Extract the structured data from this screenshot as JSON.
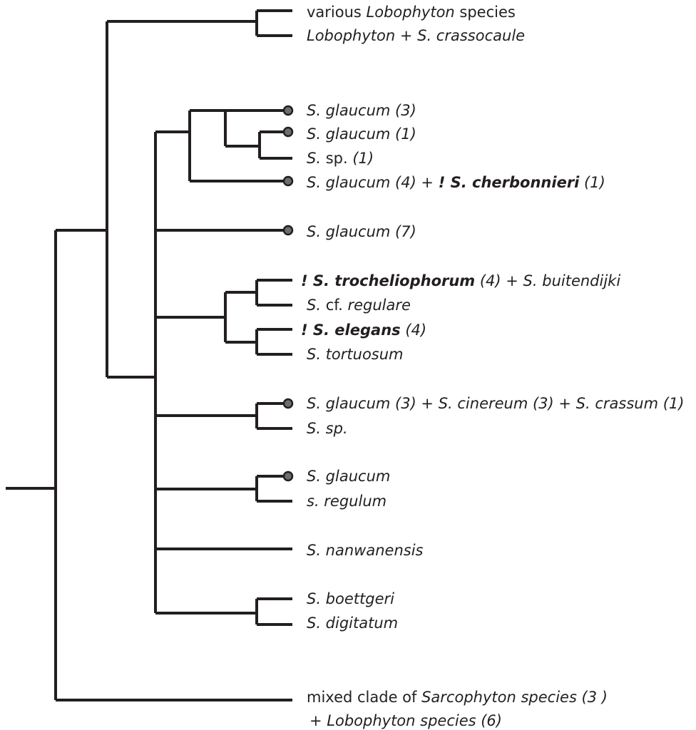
{
  "colors": {
    "branch": "#231f20",
    "dot_fill": "#6d6e71",
    "dot_stroke": "#231f20"
  },
  "labels": {
    "various_lobophyton": {
      "pre": "various ",
      "genus": "Lobophyton",
      "post": " species"
    },
    "lobophyton_crassocaule": "Lobophyton + S. crassocaule",
    "glaucum_3": "S. glaucum (3)",
    "glaucum_1": "S. glaucum (1)",
    "sp_1": {
      "name": "S. ",
      "sp": "sp.",
      "count": " (1)"
    },
    "glaucum_4": {
      "name": "S. glaucum (4) + ",
      "bang": "! S. cherbonnieri",
      "count": " (1)"
    },
    "glaucum_7": "S. glaucum (7)",
    "trocheliophorum": {
      "bang": "! S. trocheliophorum",
      "count": " (4) + S. buitendijki"
    },
    "cf_regulare": {
      "s": "S. ",
      "cf": "cf.",
      "rest": " regulare"
    },
    "elegans": {
      "bang": "! S. elegans",
      "count": " (4)"
    },
    "tortuosum": "S. tortuosum",
    "glaucum_cinereum": "S. glaucum (3) + S. cinereum (3) + S. crassum (1)",
    "sp": "S. sp.",
    "glaucum": "S. glaucum",
    "regulum": "s. regulum",
    "nanwanensis": "S. nanwanensis",
    "boettgeri": "S. boettgeri",
    "digitatum": "S. digitatum",
    "mixed_clade_line1": {
      "pre": "mixed clade of ",
      "genus": "Sarcophyton species (3 )"
    },
    "mixed_clade_line2": "+ Lobophyton species (6)"
  }
}
